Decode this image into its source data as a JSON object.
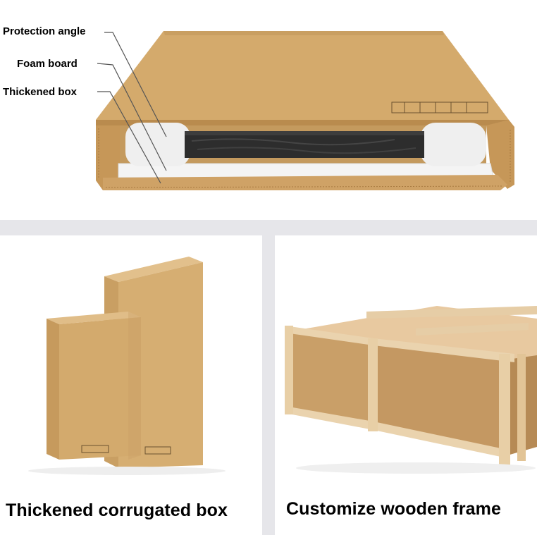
{
  "top_panel": {
    "labels": {
      "protection_angle": "Protection angle",
      "foam_board": "Foam board",
      "thickened_box": "Thickened box"
    }
  },
  "captions": {
    "left": "Thickened corrugated box",
    "right": "Customize wooden frame"
  },
  "colors": {
    "kraft": "#d3a96b",
    "kraft_dark": "#b88b50",
    "foam": "#f1f1f1",
    "wood_frame": "#e2c69c",
    "board": "#c49a62",
    "divider": "#e6e6ea"
  }
}
